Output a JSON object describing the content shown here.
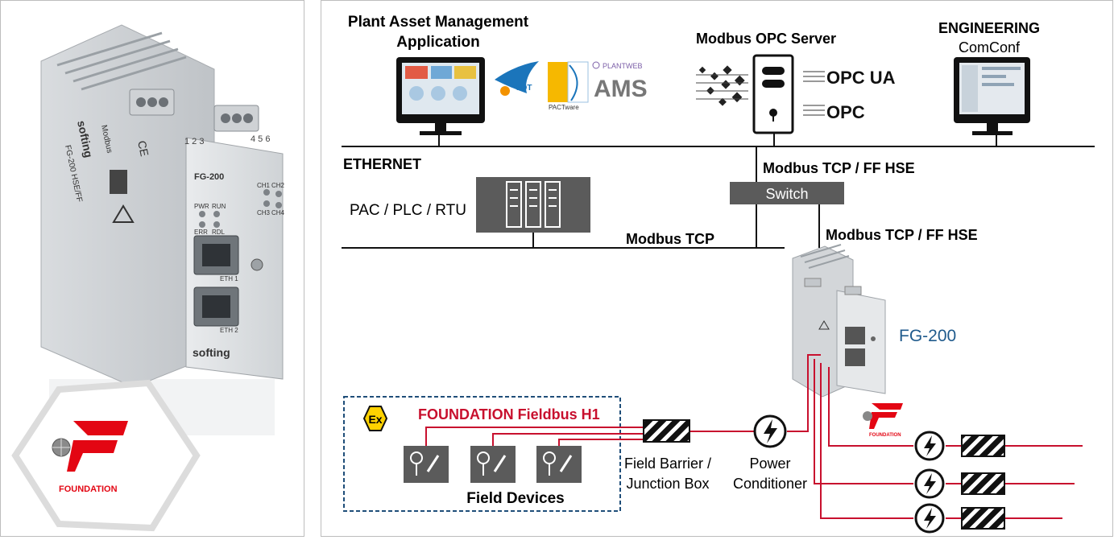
{
  "device": {
    "brand": "softing",
    "model_label": "FG-200",
    "model_full": "FG-200 HSE/FF",
    "protocol": "Modbus",
    "ce": "CE",
    "leds": [
      "PWR",
      "RUN",
      "ERR",
      "RDL",
      "CH1",
      "CH2",
      "CH3",
      "CH4"
    ],
    "terminals_left": "1 2 3",
    "terminals_right": "4 5 6",
    "port1": "ETH 1",
    "port2": "ETH 2"
  },
  "foundation_logo": {
    "text": "FOUNDATION",
    "color": "#e30613"
  },
  "diagram": {
    "pam_title_1": "Plant Asset Management",
    "pam_title_2": "Application",
    "fdt": "FDT",
    "pactware": "PACTware",
    "plantweb": "PLANTWEB",
    "ams": "AMS",
    "opc_server_title": "Modbus OPC Server",
    "opc_ua": "OPC UA",
    "opc": "OPC",
    "engineering_title": "ENGINEERING",
    "engineering_sub": "ComConf",
    "ethernet": "ETHERNET",
    "modbus_tcp_ffhse_1": "Modbus TCP / FF HSE",
    "switch": "Switch",
    "pac_plc_rtu": "PAC / PLC / RTU",
    "modbus_tcp": "Modbus TCP",
    "modbus_tcp_ffhse_2": "Modbus TCP / FF HSE",
    "fg200": "FG-200",
    "ex": "Ex",
    "ff_h1": "FOUNDATION Fieldbus H1",
    "field_devices": "Field Devices",
    "field_barrier_1": "Field Barrier /",
    "field_barrier_2": "Junction Box",
    "power_1": "Power",
    "power_2": "Conditioner",
    "small_foundation": "FOUNDATION"
  },
  "colors": {
    "red": "#c8102e",
    "blue": "#1f5a8c",
    "dark": "#5b5b5b"
  }
}
